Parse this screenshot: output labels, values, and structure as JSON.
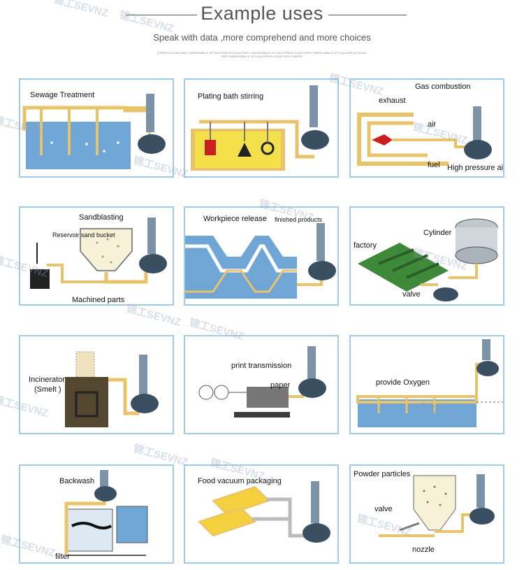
{
  "header": {
    "title": "Example uses",
    "subtitle": "Speak with data ,more  comprehend and more choices",
    "fine_print": "A FREUS DOJAS ERE 9 SNERGDMLLE OF DJA A FREUS DOJAS ERE 9 SNERGDMLLE OF DJA A FREUS DOJAS ERE 9 SNERG DMLLE OF DJA A FREUS DOJAS ERE 9 SNERGDMLLE OF DJA A FREUS DOJAS ERE 9 SNERG"
  },
  "watermark": "锦工SEVNZ",
  "panels": {
    "sewage": {
      "label": "Sewage Treatment"
    },
    "plating": {
      "label": "Plating bath stirring"
    },
    "gas": {
      "label": "Gas combustion",
      "exhaust": "exhaust",
      "air": "air",
      "fuel": "fuel",
      "high_pressure_air": "High pressure air"
    },
    "sandblasting": {
      "label": "Sandblasting",
      "reservoir": "Reservoir sand bucket",
      "machined": "Machined parts"
    },
    "workpiece": {
      "label": "Workpiece release",
      "finished": "finished products"
    },
    "factory": {
      "label": "factory",
      "cylinder": "Cylinder",
      "valve": "valve"
    },
    "incinerator": {
      "label": "Incinerator",
      "smelt": "(Smelt )"
    },
    "print": {
      "label": "print transmission",
      "paper": "paper"
    },
    "oxygen": {
      "label": "provide Oxygen"
    },
    "backwash": {
      "label": "Backwash",
      "filter": "filter"
    },
    "food": {
      "label": "Food vacuum packaging"
    },
    "powder": {
      "label": "Powder particles",
      "valve": "valve",
      "nozzle": "nozzle"
    }
  }
}
